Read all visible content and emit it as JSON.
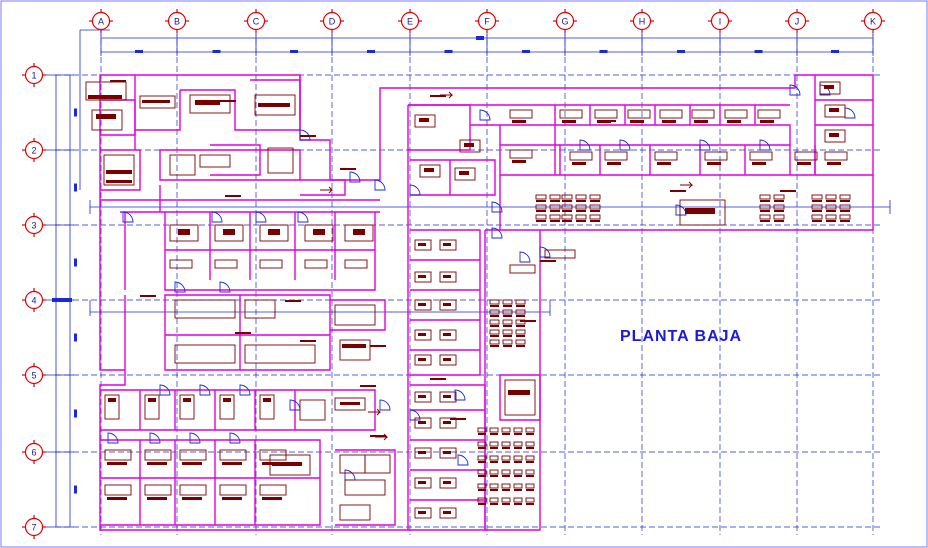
{
  "plan": {
    "title": "PLANTA BAJA",
    "colors": {
      "wall": "#e000e0",
      "axis": "#1a2ad8",
      "furniture": "#7a0000",
      "bubble": "#e00000",
      "dimension": "#1a2ad8",
      "background": "#ffffff"
    }
  },
  "axes": {
    "columns": [
      "A",
      "B",
      "C",
      "D",
      "E",
      "F",
      "G",
      "H",
      "I",
      "J",
      "K"
    ],
    "rows": [
      "1",
      "2",
      "3",
      "4",
      "5",
      "6",
      "7"
    ]
  }
}
